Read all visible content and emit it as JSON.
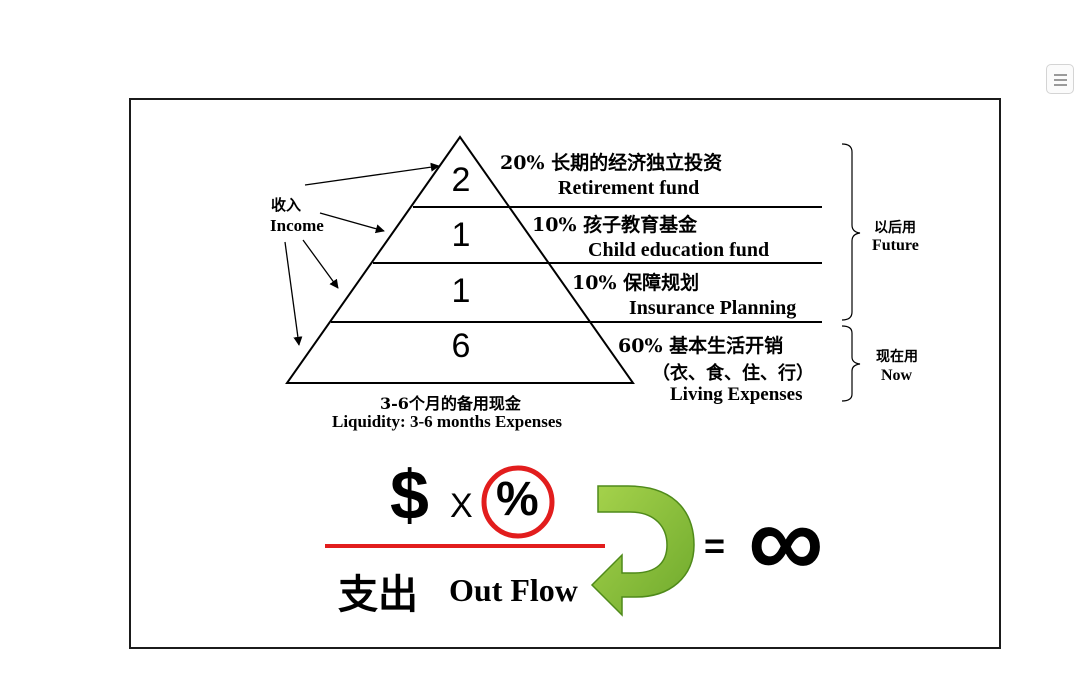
{
  "pyramid": {
    "tiers": [
      {
        "number": "2",
        "line1": "20% 长期的经济独立投资",
        "line2": "Retirement fund"
      },
      {
        "number": "1",
        "line1": "10% 孩子教育基金",
        "line2": "Child education fund"
      },
      {
        "number": "1",
        "line1": "10% 保障规划",
        "line2": "Insurance Planning"
      },
      {
        "number": "6",
        "line1": "60% 基本生活开销",
        "line1b": "（衣、食、住、行）",
        "line2": "Living Expenses"
      }
    ],
    "base_cn": "3-6个月的备用现金",
    "base_en": "Liquidity: 3-6 months Expenses"
  },
  "income": {
    "cn": "收入",
    "en": "Income"
  },
  "future": {
    "cn": "以后用",
    "en": "Future"
  },
  "now": {
    "cn": "现在用",
    "en": "Now"
  },
  "formula": {
    "dollar": "$",
    "times": "X",
    "percent": "%",
    "denominator_cn": "支出",
    "denominator_en": "Out Flow",
    "equals": "=",
    "infinity": "∞"
  },
  "colors": {
    "red": "#e21d1d",
    "green": "#8cc43f",
    "green_dark": "#5e9a22"
  },
  "icons": {
    "menu": "hamburger-menu-icon"
  }
}
